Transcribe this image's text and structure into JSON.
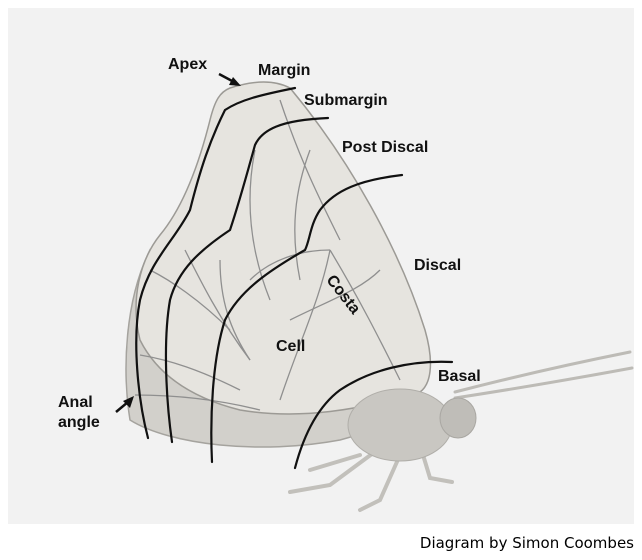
{
  "diagram": {
    "labels": {
      "apex": "Apex",
      "margin": "Margin",
      "submargin": "Submargin",
      "post_discal": "Post Discal",
      "costa": "Costa",
      "discal": "Discal",
      "cell": "Cell",
      "basal": "Basal",
      "anal_line1": "Anal",
      "anal_line2": "angle"
    },
    "credit": "Diagram by Simon Coombes"
  },
  "colors": {
    "background": "#f2f2f2",
    "wing": "#d9d7d2",
    "wing_light": "#eceae6",
    "vein": "#8f8f8f",
    "region_line": "#111111",
    "body": "#c8c6c1"
  }
}
